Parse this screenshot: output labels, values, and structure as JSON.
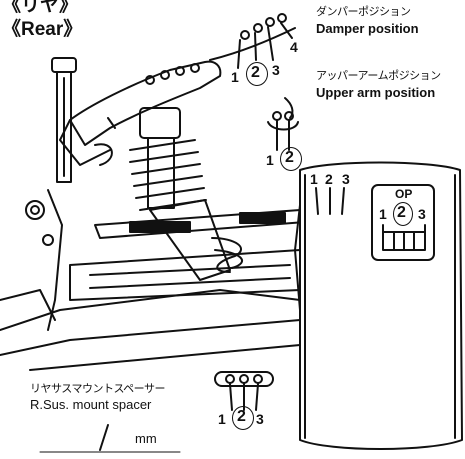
{
  "section": {
    "jp": "《リヤ》",
    "en": "《Rear》"
  },
  "damper": {
    "label_jp": "ダンパーポジション",
    "label_en": "Damper position",
    "positions": [
      "1",
      "2",
      "3",
      "4"
    ],
    "selected": "2"
  },
  "upper_arm": {
    "label_jp": "アッパーアームポジション",
    "label_en": "Upper arm position",
    "positions": [
      "1",
      "2"
    ],
    "selected": "2"
  },
  "hub": {
    "positions": [
      "1",
      "2",
      "3"
    ],
    "op_label": "OP",
    "op_positions": [
      "1",
      "2",
      "3"
    ],
    "op_selected": "2"
  },
  "spacer": {
    "label_jp": "リヤサスマウントスペーサー",
    "label_en": "R.Sus. mount spacer",
    "positions": [
      "1",
      "2",
      "3"
    ],
    "selected": "2",
    "unit": "mm"
  },
  "colors": {
    "ink": "#111111",
    "paper": "#ffffff"
  }
}
